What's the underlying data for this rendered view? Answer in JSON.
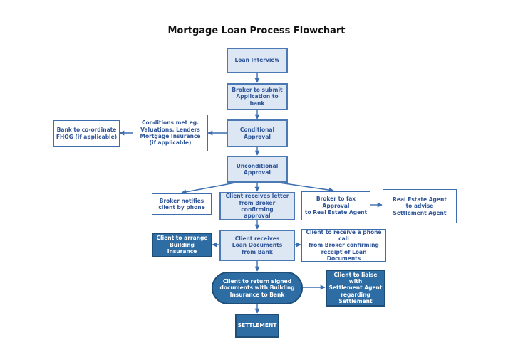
{
  "title": "Mortgage Loan Process Flowchart",
  "colors": {
    "light_fill": "#dde7f4",
    "dark_fill": "#2e6da4",
    "border": "#4a79b3",
    "text": "#2f5597",
    "arrow": "#3c6eb0"
  },
  "nodes": {
    "loan_interview": "Loan Interview",
    "broker_submit": "Broker to submit\nApplication to bank",
    "conditional": "Conditional\nApproval",
    "conditions_met": "Conditions met eg.\nValuations, Lenders\nMortgage Insurance\n(if applicable)",
    "bank_fhog": "Bank to co-ordinate\nFHOG (if applicable)",
    "unconditional": "Unconditional\nApproval",
    "broker_notifies": "Broker notifies\nclient by phone",
    "client_letter": "Client receives letter\nfrom Broker confirming\napproval",
    "broker_fax": "Broker to fax Approval\nto Real Estate Agent",
    "real_estate": "Real Estate Agent\nto advise\nSettlement Agent",
    "building_insurance": "Client to arrange\nBuilding Insurance",
    "loan_docs": "Client receives\nLoan Documents\nfrom Bank",
    "phone_call": "Client to receive a phone\ncall\nfrom Broker confirming\nreceipt of Loan Documents",
    "return_signed": "Client to return signed\ndocuments with Building\nInsurance to Bank",
    "liaise": "Client to liaise with\nSettlement Agent\nregarding\nSettlement",
    "settlement": "SETTLEMENT"
  }
}
